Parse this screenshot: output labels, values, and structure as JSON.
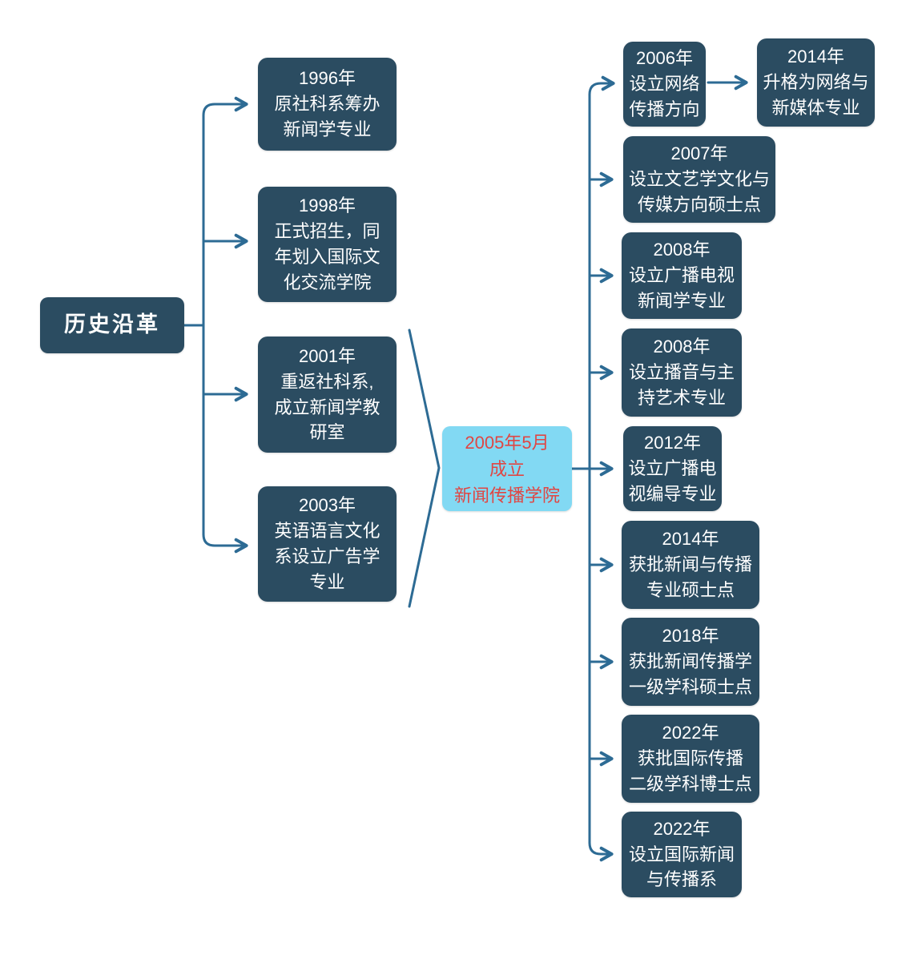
{
  "diagram": {
    "type": "flowchart",
    "root": {
      "text": "历史沿革"
    },
    "left": [
      {
        "text": "1996年\n原社科系筹办\n新闻学专业"
      },
      {
        "text": "1998年\n正式招生，同\n年划入国际文\n化交流学院"
      },
      {
        "text": "2001年\n重返社科系,\n成立新闻学教\n研室"
      },
      {
        "text": "2003年\n英语语言文化\n系设立广告学\n专业"
      }
    ],
    "center": {
      "text": "2005年5月\n成立\n新闻传播学院"
    },
    "right": [
      {
        "text": "2006年\n设立网络\n传播方向"
      },
      {
        "text": "2007年\n设立文艺学文化与\n传媒方向硕士点"
      },
      {
        "text": "2008年\n设立广播电视\n新闻学专业"
      },
      {
        "text": "2008年\n设立播音与主\n持艺术专业"
      },
      {
        "text": "2012年\n设立广播电\n视编导专业"
      },
      {
        "text": "2014年\n获批新闻与传播\n专业硕士点"
      },
      {
        "text": "2018年\n获批新闻传播学\n一级学科硕士点"
      },
      {
        "text": "2022年\n获批国际传播\n二级学科博士点"
      },
      {
        "text": "2022年\n设立国际新闻\n与传播系"
      }
    ],
    "offshoot": {
      "text": "2014年\n升格为网络与\n新媒体专业"
    },
    "colors": {
      "node_bg": "#2b4c61",
      "node_text": "#ffffff",
      "highlight_bg": "#82d9f3",
      "highlight_text": "#e04643",
      "connector": "#2d6b94",
      "background": "#ffffff"
    }
  }
}
